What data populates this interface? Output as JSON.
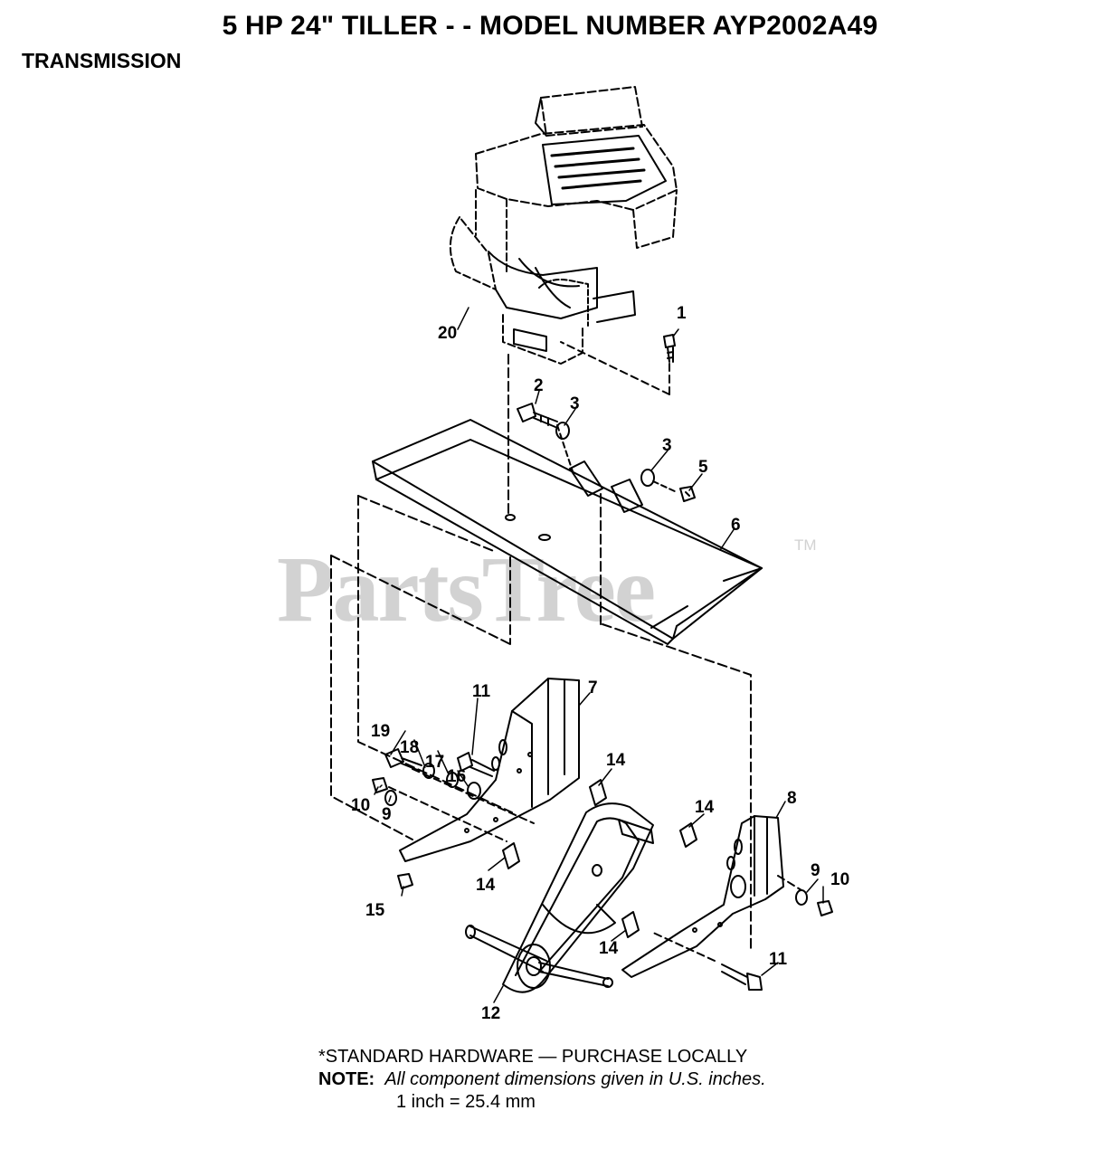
{
  "header": {
    "title": "5 HP 24\" TILLER - - MODEL NUMBER AYP2002A49",
    "section": "TRANSMISSION"
  },
  "watermark": {
    "text": "PartsTree",
    "trademark": "TM"
  },
  "callouts": {
    "p1": "1",
    "p2": "2",
    "p3a": "3",
    "p3b": "3",
    "p5": "5",
    "p6": "6",
    "p7": "7",
    "p8": "8",
    "p9a": "9",
    "p9b": "9",
    "p10a": "10",
    "p10b": "10",
    "p11a": "11",
    "p11b": "11",
    "p12": "12",
    "p14a": "14",
    "p14b": "14",
    "p14c": "14",
    "p14d": "14",
    "p15": "15",
    "p16": "16",
    "p17": "17",
    "p18": "18",
    "p19": "19",
    "p20": "20"
  },
  "notes": {
    "standard_hardware": "*STANDARD HARDWARE — PURCHASE LOCALLY",
    "note_label": "NOTE:",
    "note_text": "All component dimensions given in U.S. inches.",
    "conversion": "1 inch = 25.4 mm"
  },
  "colors": {
    "line": "#000000",
    "watermark": "#d2d2d2",
    "background": "#ffffff"
  }
}
